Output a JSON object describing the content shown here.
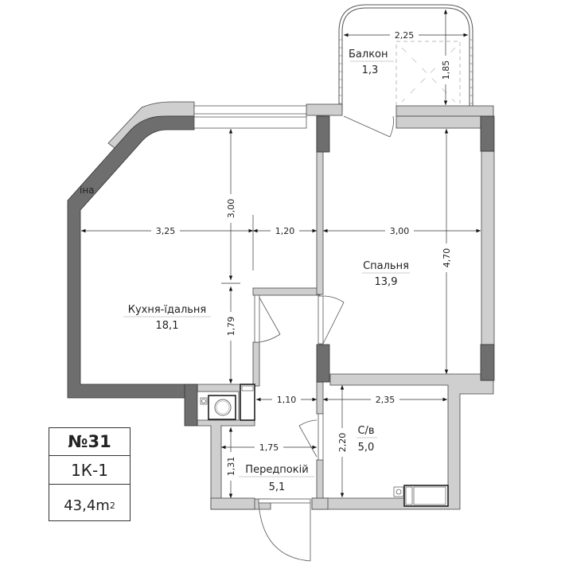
{
  "plan": {
    "apartment_number": "№31",
    "apartment_type": "1К-1",
    "total_area": "43,4",
    "total_area_unit": "m",
    "total_area_unit_sup": "2"
  },
  "rooms": {
    "balcony": {
      "name": "Балкон",
      "area": "1,3"
    },
    "kitchen": {
      "name": "Кухня-їдальня",
      "area": "18,1"
    },
    "bedroom": {
      "name": "Спальня",
      "area": "13,9"
    },
    "bathroom": {
      "name": "С/в",
      "area": "5,0"
    },
    "hallway": {
      "name": "Передпокій",
      "area": "5,1"
    },
    "cut_label": "іна"
  },
  "dimensions": {
    "balcony_width": "2,25",
    "balcony_depth": "1,85",
    "kitchen_width": "3,25",
    "kitchen_depth_top": "3,00",
    "kitchen_depth_bottom": "1,79",
    "corridor_width": "1,20",
    "bedroom_width": "3,00",
    "bedroom_depth": "4,70",
    "hall_upper_width": "1,10",
    "hall_width": "1,75",
    "hall_depth": "1,31",
    "bath_width": "2,35",
    "bath_depth": "2,20"
  },
  "colors": {
    "wall_dark": "#6e6e6e",
    "wall_light": "#cfcfcf",
    "line": "#333333",
    "background": "#ffffff"
  }
}
